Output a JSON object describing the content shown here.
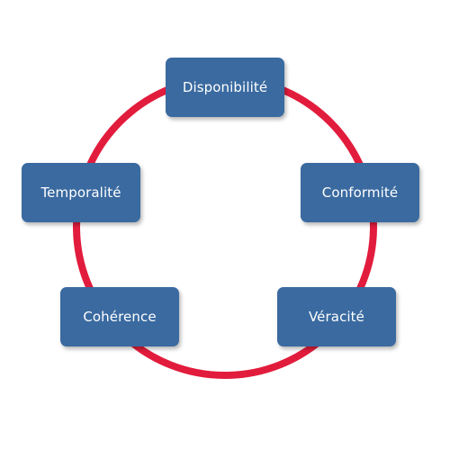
{
  "colors": {
    "ring": "#e21c3c",
    "node_fill": "#3a6aa0",
    "node_text": "#ffffff",
    "background": "#ffffff"
  },
  "nodes": [
    {
      "label": "Disponibilité"
    },
    {
      "label": "Conformité"
    },
    {
      "label": "Véracité"
    },
    {
      "label": "Cohérence"
    },
    {
      "label": "Temporalité"
    }
  ]
}
